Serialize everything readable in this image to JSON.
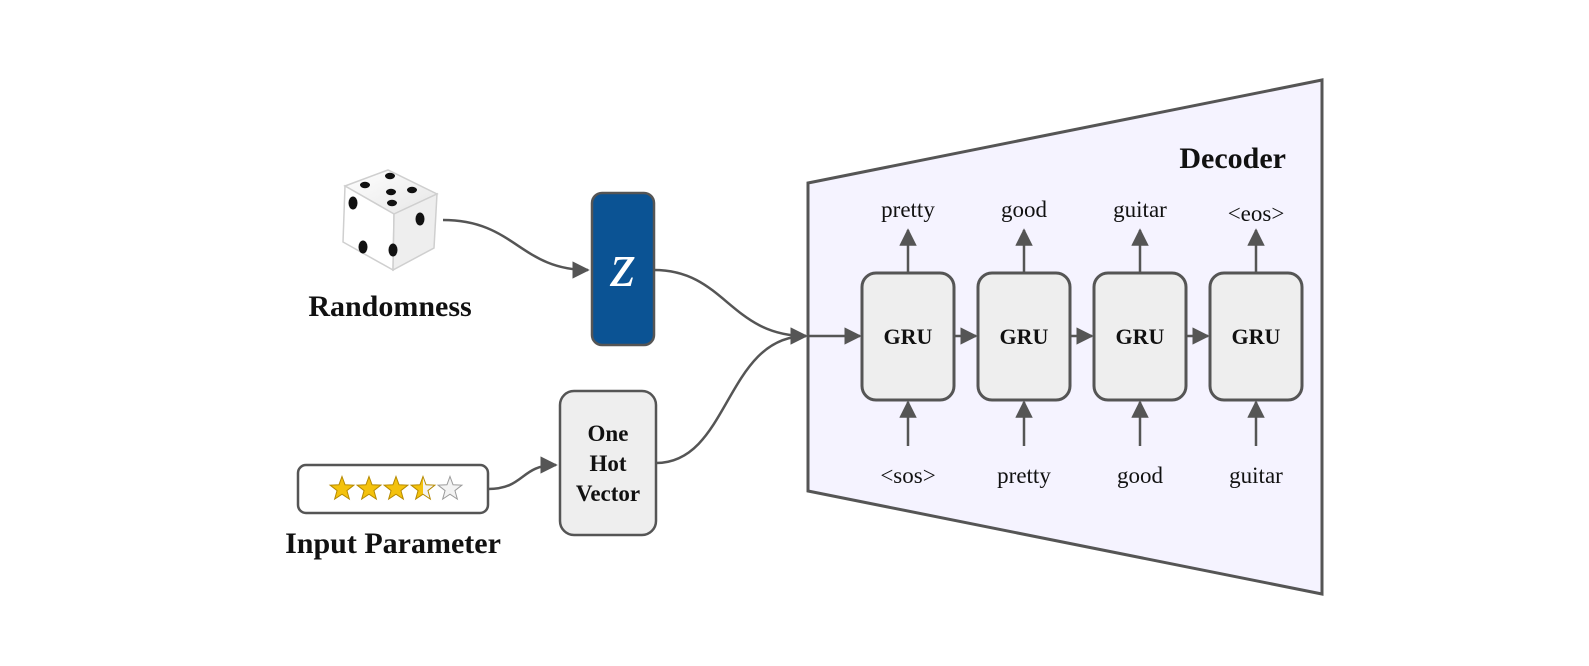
{
  "randomness": {
    "label": "Randomness"
  },
  "latent": {
    "symbol": "z",
    "fill_color": "#0b5394"
  },
  "input_parameter": {
    "label": "Input Parameter",
    "rating": 3.5,
    "max_rating": 5,
    "star_color": "#f4c20d"
  },
  "one_hot": {
    "line1": "One",
    "line2": "Hot",
    "line3": "Vector"
  },
  "decoder": {
    "title": "Decoder",
    "fill_color": "#f5f3ff",
    "cells": [
      {
        "label": "GRU",
        "input": "<sos>",
        "output": "pretty"
      },
      {
        "label": "GRU",
        "input": "pretty",
        "output": "good"
      },
      {
        "label": "GRU",
        "input": "good",
        "output": "guitar"
      },
      {
        "label": "GRU",
        "input": "guitar",
        "output": "<eos>"
      }
    ]
  },
  "colors": {
    "stroke": "#555555",
    "box_fill": "#eeeeee",
    "text": "#111111"
  }
}
